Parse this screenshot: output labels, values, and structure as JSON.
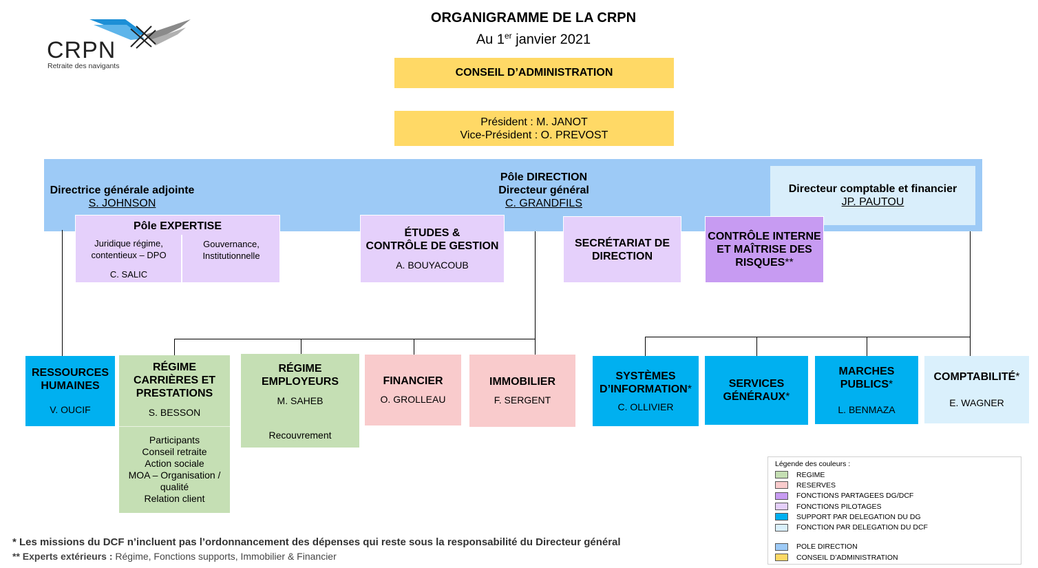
{
  "logo": {
    "name": "CRPN",
    "tagline": "Retraite des navigants"
  },
  "header": {
    "title": "ORGANIGRAMME DE LA CRPN",
    "subtitle_prefix": "Au 1",
    "subtitle_sup": "er",
    "subtitle_suffix": " janvier 2021"
  },
  "conseil": {
    "title": "CONSEIL D’ADMINISTRATION",
    "president": "Président : M. JANOT",
    "vice_president": "Vice-Président : O. PREVOST"
  },
  "direction": {
    "dga_title": "Directrice générale adjointe",
    "dga_name": "S. JOHNSON",
    "pole": "Pôle DIRECTION",
    "dg_title": "Directeur général",
    "dg_name": "C. GRANDFILS",
    "dcf_title": "Directeur comptable et financier",
    "dcf_name": "JP. PAUTOU"
  },
  "expertise": {
    "title": "Pôle EXPERTISE",
    "left": "Juridique régime, contentieux – DPO",
    "left_name": "C. SALIC",
    "right": "Gouvernance, Institutionnelle"
  },
  "etudes": {
    "title1": "ÉTUDES &",
    "title2": "CONTRÔLE DE GESTION",
    "name": "A. BOUYACOUB"
  },
  "secretariat": {
    "title1": "SECRÉTARIAT DE",
    "title2": "DIRECTION"
  },
  "controle": {
    "title1": "CONTRÔLE INTERNE",
    "title2": "ET MAÎTRISE DES",
    "title3": "RISQUES",
    "suffix": "**"
  },
  "rh": {
    "title1": "RESSOURCES",
    "title2": "HUMAINES",
    "name": "V. OUCIF"
  },
  "regime_carrieres": {
    "title1": "RÉGIME",
    "title2": "CARRIÈRES ET",
    "title3": "PRESTATIONS",
    "name": "S. BESSON",
    "items": [
      "Participants",
      "Conseil retraite",
      "Action sociale",
      "MOA – Organisation /",
      "qualité",
      "Relation client"
    ]
  },
  "regime_employeurs": {
    "title1": "RÉGIME",
    "title2": "EMPLOYEURS",
    "name": "M. SAHEB",
    "extra": "Recouvrement"
  },
  "financier": {
    "title": "FINANCIER",
    "name": "O. GROLLEAU"
  },
  "immobilier": {
    "title": "IMMOBILIER",
    "name": "F. SERGENT"
  },
  "si": {
    "title1": "SYSTÈMES",
    "title2": "D’INFORMATION",
    "suffix": "*",
    "name": "C. OLLIVIER"
  },
  "sg": {
    "title1": "SERVICES",
    "title2": "GÉNÉRAUX",
    "suffix": "*"
  },
  "marches": {
    "title1": "MARCHES",
    "title2": "PUBLICS",
    "suffix": "*",
    "name": "L. BENMAZA"
  },
  "compta": {
    "title": "COMPTABILITÉ",
    "suffix": "*",
    "name": "E. WAGNER"
  },
  "legend": {
    "title": "Légende des couleurs :",
    "items": [
      {
        "label": "REGIME",
        "color": "#c5dfb4"
      },
      {
        "label": "RESERVES",
        "color": "#f9cbcc"
      },
      {
        "label": "FONCTIONS PARTAGEES DG/DCF",
        "color": "#c79bf2"
      },
      {
        "label": "FONCTIONS PILOTAGES",
        "color": "#e5d0fb"
      },
      {
        "label": "SUPPORT PAR DELEGATION DU DG",
        "color": "#00b0f0"
      },
      {
        "label": "FONCTION PAR DELEGATION DU DCF",
        "color": "#daf0fc"
      }
    ],
    "items2": [
      {
        "label": "POLE DIRECTION",
        "color": "#9dcaf6"
      },
      {
        "label": "CONSEIL D’ADMINISTRATION",
        "color": "#ffd966"
      }
    ]
  },
  "footnotes": {
    "note1": "* Les missions du DCF n’incluent pas l’ordonnancement des dépenses qui reste sous la responsabilité du Directeur général",
    "note2_prefix": "** Experts extérieurs : ",
    "note2_text": "Régime, Fonctions supports, Immobilier & Financier"
  }
}
